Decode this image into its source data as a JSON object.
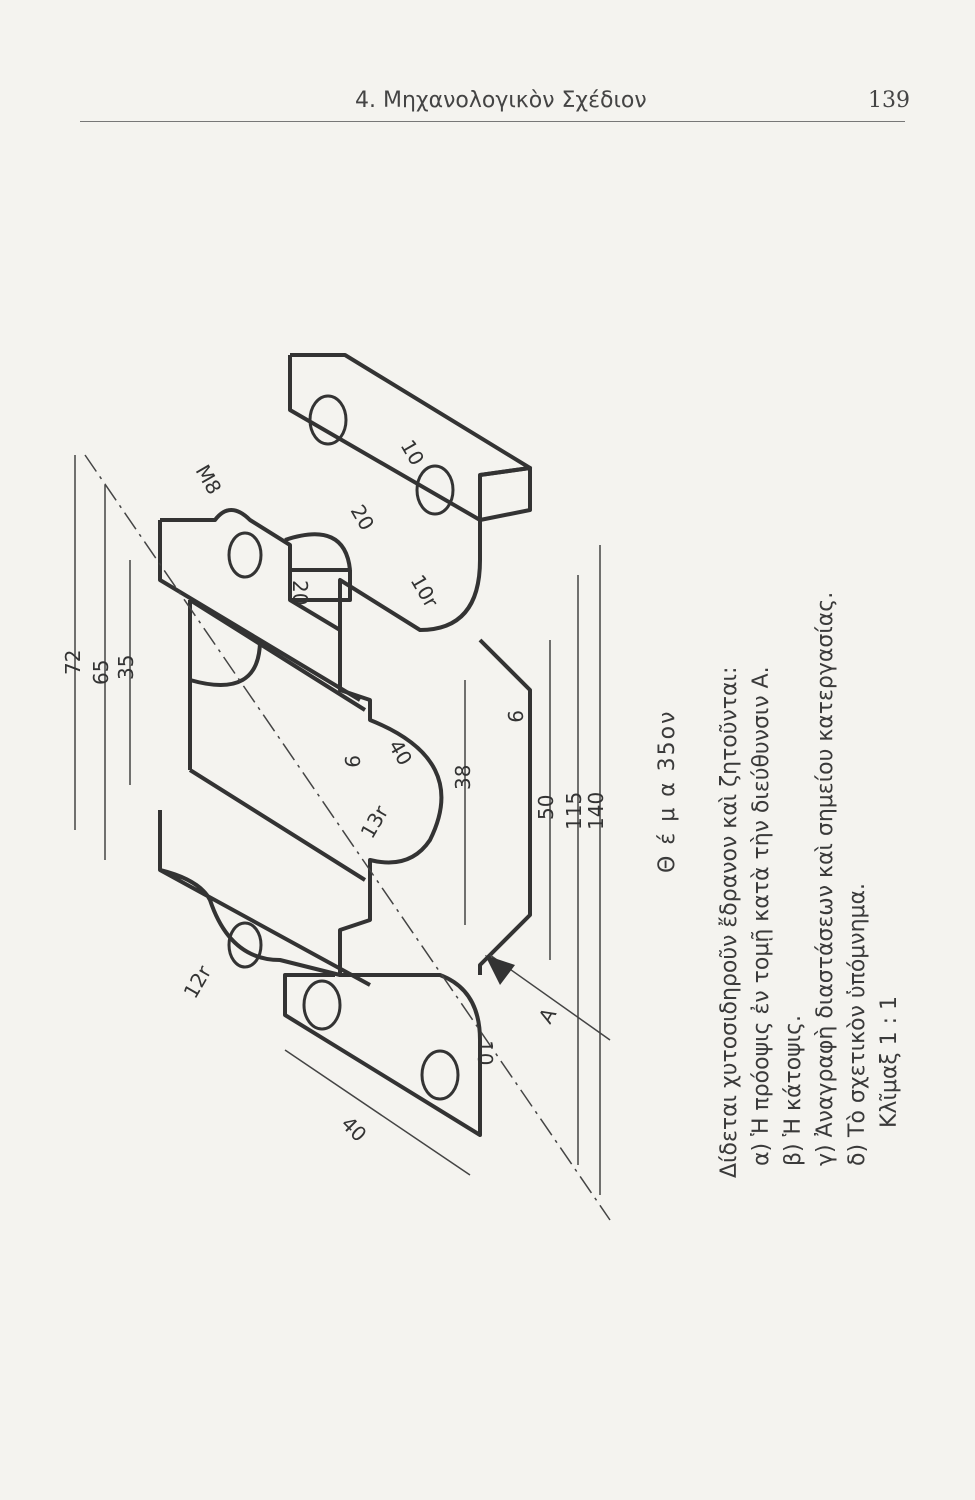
{
  "header": {
    "chapter_title": "4. Μηχανολογικὸν Σχέδιον",
    "page_number": "139"
  },
  "drawing": {
    "dimensions": [
      "72",
      "65",
      "35",
      "M8",
      "20",
      "20",
      "10",
      "10r",
      "9",
      "40",
      "38",
      "9",
      "50",
      "115",
      "140",
      "13r",
      "12r",
      "10",
      "A",
      "40"
    ]
  },
  "exercise": {
    "title": "Θ έ μ α   35ον",
    "intro": "Δίδεται χυτοσιδηροῦν ἔδρανον καὶ ζητοῦνται:",
    "items": [
      "α) Ἡ πρόοψις ἐν τομῇ κατὰ τὴν διεύθυνσιν Α.",
      "β) Ἡ κάτοψις.",
      "γ) Ἀναγραφὴ διαστάσεων καὶ σημείου κατεργασίας.",
      "δ) Τὸ σχετικὸν ὑπόμνημα."
    ],
    "scale": "Κλῖμαξ 1 : 1"
  }
}
